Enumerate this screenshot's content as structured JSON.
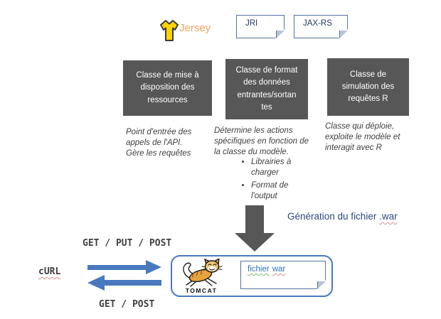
{
  "header": {
    "jersey_label": "Jersey",
    "notes": [
      {
        "label": "JRI"
      },
      {
        "label": "JAX-RS"
      }
    ]
  },
  "boxes": [
    {
      "title": "Classe de mise à\ndisposition des\nressources",
      "caption": "Point d'entrée des\nappels de l'API.\nGère les requêtes"
    },
    {
      "title": "Classe de format\ndes données\nentrantes/sortan\ntes",
      "caption": "Détermine les actions\nspécifiques en fonction de\nla classe du modèle.",
      "bullets": [
        "Librairies à\ncharger",
        "Format de\nl'output"
      ]
    },
    {
      "title": "Classe de\nsimulation des\nrequêtes R",
      "caption": "Classe qui déploie,\nexploite le modèle et\ninteragit avec R"
    }
  ],
  "war_label": {
    "prefix": "Génération du fichier ",
    "suffix": ".war"
  },
  "tomcat": {
    "logo_text": "TOMCAT",
    "note_word1": "fichier",
    "note_word2": "war"
  },
  "http": {
    "top_label": "GET / PUT / POST",
    "curl_label": "cURL",
    "bottom_label": "GET / POST"
  },
  "colors": {
    "box_gray": "#575757",
    "arrow_blue": "#4879BE",
    "jersey_orange": "#F5A25D",
    "war_label_navy": "#2B4A7D",
    "note_text_navy": "#203864",
    "fichier_blue": "#2E74B5",
    "jersey_yellow": "#FFD400",
    "tomcat_tan": "#E8A33D"
  }
}
